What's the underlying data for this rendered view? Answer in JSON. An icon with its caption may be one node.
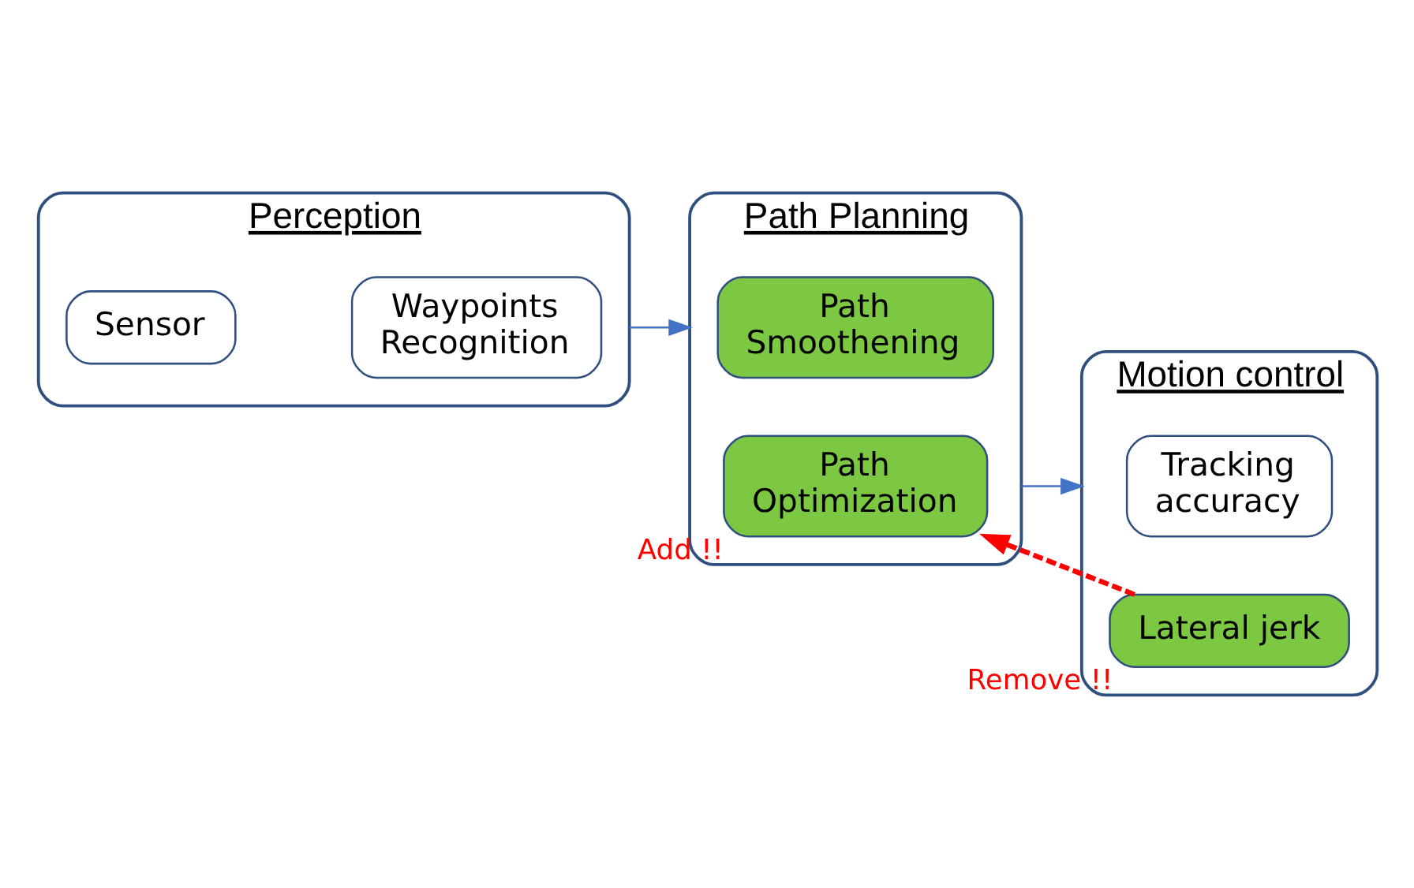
{
  "diagram": {
    "nodes": [
      {
        "text": [
          "Perception"
        ]
      },
      {
        "text": [
          "Sensor"
        ],
        "in": 0
      },
      {
        "text": [
          "Waypoints Recognition"
        ],
        "in": 0
      },
      {
        "text": [
          "Path Planning"
        ]
      },
      {
        "text": [
          "Path Smoothening"
        ],
        "in": 3
      },
      {
        "text": [
          "Path Optimization"
        ],
        "in": 3,
        "beside": [
          "Add !!"
        ]
      },
      {
        "text": [
          "Motion control"
        ]
      },
      {
        "text": [
          "Tracking accuracy"
        ],
        "in": 6
      },
      {
        "text": [
          "Lateral jerk"
        ],
        "in": 6,
        "beside": [
          "Remove !!"
        ]
      }
    ],
    "edges": [
      {
        "from": 0,
        "to": 3,
        "arrow": "to"
      },
      {
        "from": 3,
        "to": 6,
        "arrow": "to"
      },
      {
        "from": 8,
        "to": 5,
        "arrow": "to",
        "style": "dashed",
        "color": "#ff0000"
      }
    ]
  }
}
